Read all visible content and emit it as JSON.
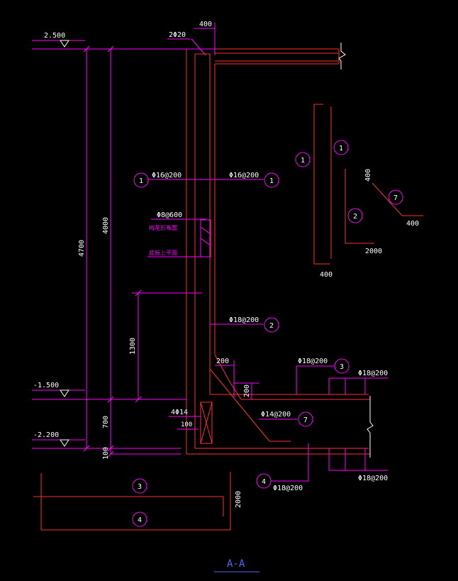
{
  "colors": {
    "background": "#000000",
    "concrete": "#ff3030",
    "dim": "#ff00ff",
    "white": "#ffffff",
    "title": "#4a6aff"
  },
  "levels": {
    "top": "2.500",
    "mid": "-1.500",
    "bottom": "-2.200"
  },
  "dims": {
    "wall_thickness": "400",
    "total_height": "4700",
    "wall_height": "4000",
    "lower_height": "1300",
    "slab_700": "700",
    "base_100": "100",
    "haunch_h": "200",
    "haunch_v": "200",
    "small_100": "100",
    "bar1_detail": "2000",
    "bar7_leg_a": "400",
    "bar7_leg_b": "400",
    "bar1_leg": "400",
    "bar34_len": "2000"
  },
  "rebar": {
    "top_bars": "2Φ20",
    "left_vert": "Φ16@200",
    "right_vert": "Φ16@200",
    "tie": "Φ8@600",
    "tie_note1": "梅花形布置",
    "tie_note2": "底板上平面",
    "wall_lower": "Φ18@200",
    "slab_top": "Φ18@200",
    "slab_top_right": "Φ18@200",
    "haunch_bar": "Φ14@200",
    "corner_bars": "4Φ14",
    "slab_bottom": "Φ18@200",
    "slab_bottom_right": "Φ18@200"
  },
  "marks": {
    "m1": "1",
    "m2": "2",
    "m3": "3",
    "m4": "4",
    "m7": "7"
  },
  "title": "A-A"
}
